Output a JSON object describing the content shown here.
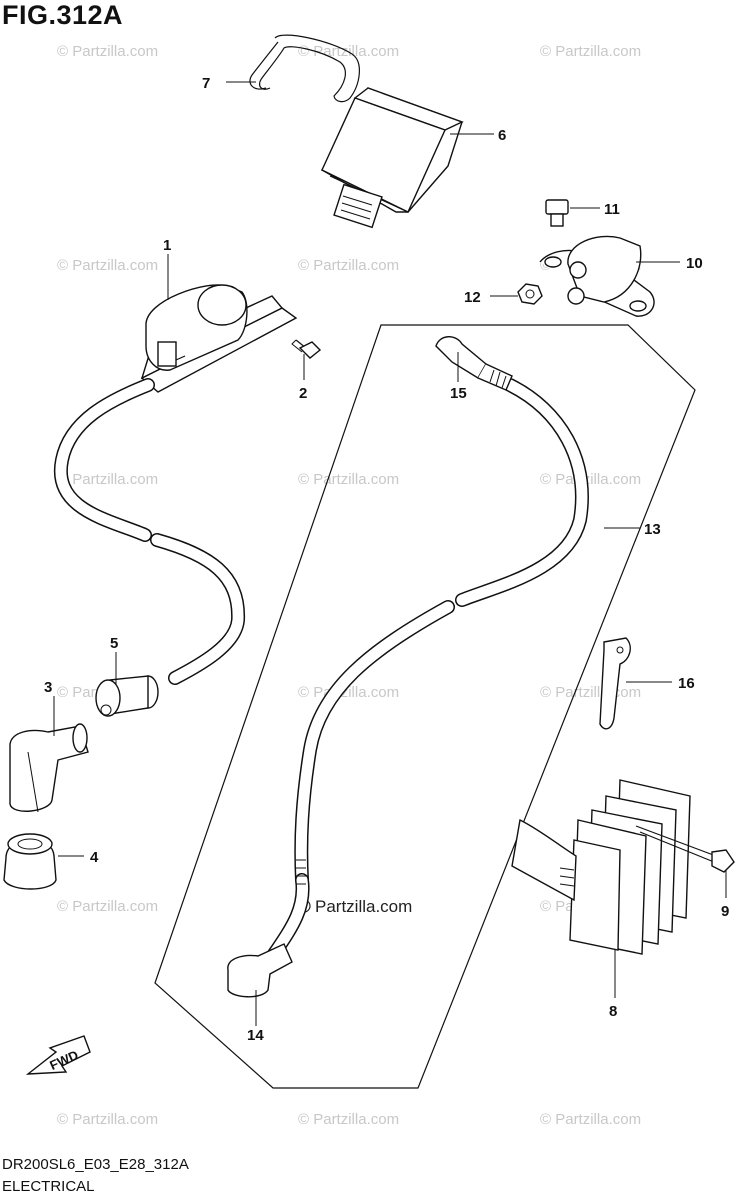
{
  "figure": {
    "title": "FIG.312A",
    "code": "DR200SL6_E03_E28_312A",
    "section": "ELECTRICAL"
  },
  "watermark": {
    "text": "© Partzilla.com",
    "center_text": "Partzilla.com"
  },
  "fwd_label": "FWD",
  "callouts": [
    "1",
    "2",
    "3",
    "4",
    "5",
    "6",
    "7",
    "8",
    "9",
    "10",
    "11",
    "12",
    "13",
    "14",
    "15",
    "16"
  ],
  "colors": {
    "ink": "#111111",
    "watermark": "#c8c8c8",
    "background": "#ffffff"
  }
}
